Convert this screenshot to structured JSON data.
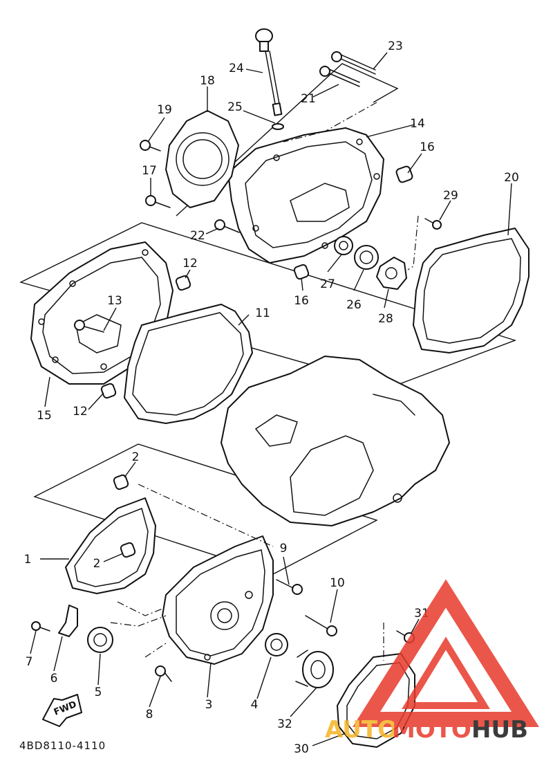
{
  "diagram": {
    "drawing_code": "4BD8110-4110",
    "fwd_label": "FWD",
    "callouts": [
      "1",
      "2",
      "2",
      "3",
      "4",
      "5",
      "6",
      "7",
      "8",
      "9",
      "10",
      "11",
      "12",
      "12",
      "13",
      "14",
      "15",
      "16",
      "16",
      "17",
      "18",
      "19",
      "20",
      "21",
      "22",
      "23",
      "24",
      "25",
      "26",
      "27",
      "28",
      "29",
      "30",
      "31",
      "32"
    ]
  },
  "watermark": {
    "auto": "AUTO",
    "moto": "MOTO",
    "hub": "HUB",
    "colors": {
      "accent": "#e8392b",
      "gold": "#f5b324",
      "dark": "#1a1a1a"
    }
  }
}
